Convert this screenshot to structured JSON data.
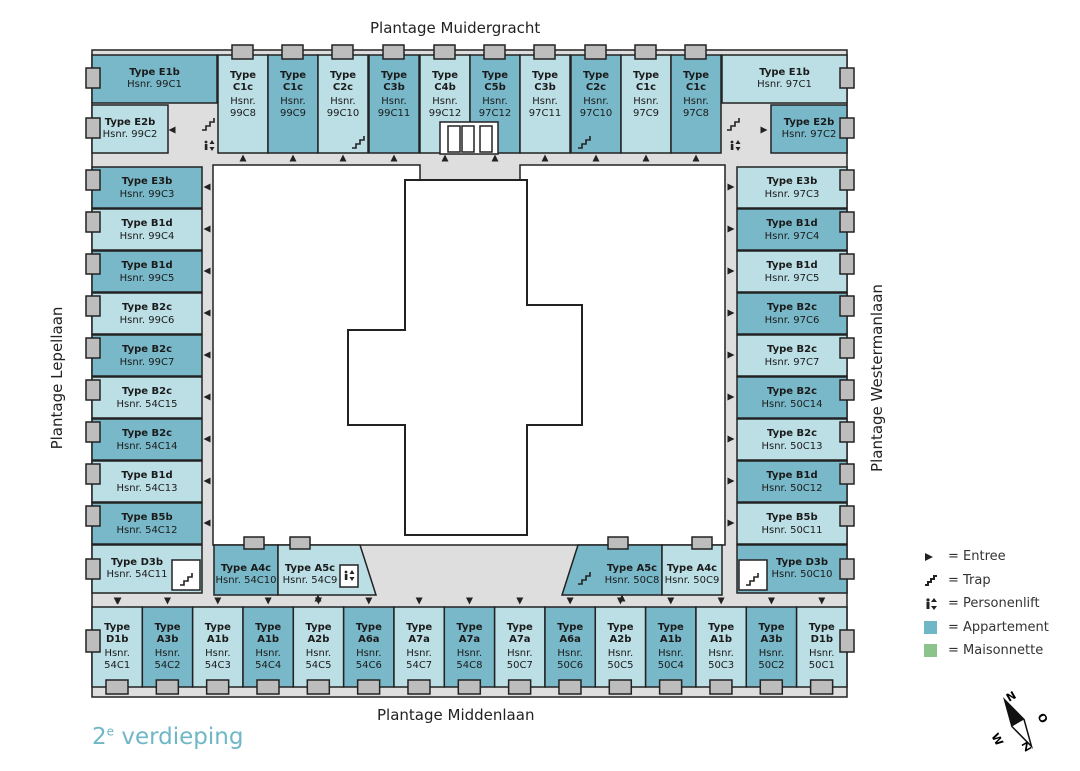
{
  "streets": {
    "north": "Plantage Muidergracht",
    "south": "Plantage Middenlaan",
    "west": "Plantage Lepellaan",
    "east": "Plantage Westermanlaan"
  },
  "floor": {
    "number": "2",
    "suffix": "e",
    "word": "verdieping"
  },
  "legend": [
    {
      "symbol": "entrance-icon",
      "label": "= Entree"
    },
    {
      "symbol": "stairs-icon",
      "label": "= Trap"
    },
    {
      "symbol": "elevator-icon",
      "label": "= Personenlift"
    },
    {
      "symbol": "swatch",
      "color": "#6fb7c6",
      "label": "= Appartement"
    },
    {
      "symbol": "swatch",
      "color": "#8cc28c",
      "label": "= Maisonnette"
    }
  ],
  "colors": {
    "dark_unit": "#78b8c9",
    "light_unit": "#bcdfe6",
    "corridor": "#dedede",
    "outline": "#222222"
  },
  "compass": {
    "letters": [
      "N",
      "O",
      "Z",
      "W"
    ]
  },
  "units": {
    "top": [
      {
        "type": "Type C1c",
        "hsnr": "Hsnr. 99C8",
        "shade": "light"
      },
      {
        "type": "Type C1c",
        "hsnr": "Hsnr. 99C9",
        "shade": "dark"
      },
      {
        "type": "Type C2c",
        "hsnr": "Hsnr. 99C10",
        "shade": "light"
      },
      {
        "type": "Type C3b",
        "hsnr": "Hsnr. 99C11",
        "shade": "dark"
      },
      {
        "type": "Type C4b",
        "hsnr": "Hsnr. 99C12",
        "shade": "light"
      },
      {
        "type": "Type C5b",
        "hsnr": "Hsnr. 97C12",
        "shade": "dark"
      },
      {
        "type": "Type C3b",
        "hsnr": "Hsnr. 97C11",
        "shade": "light"
      },
      {
        "type": "Type C2c",
        "hsnr": "Hsnr. 97C10",
        "shade": "dark"
      },
      {
        "type": "Type C1c",
        "hsnr": "Hsnr. 97C9",
        "shade": "light"
      },
      {
        "type": "Type C1c",
        "hsnr": "Hsnr. 97C8",
        "shade": "dark"
      }
    ],
    "corners_top": [
      {
        "type": "Type E1b",
        "hsnr": "Hsnr. 99C1",
        "shade": "dark"
      },
      {
        "type": "Type E2b",
        "hsnr": "Hsnr. 99C2",
        "shade": "light"
      },
      {
        "type": "Type E1b",
        "hsnr": "Hsnr. 97C1",
        "shade": "light"
      },
      {
        "type": "Type E2b",
        "hsnr": "Hsnr. 97C2",
        "shade": "dark"
      }
    ],
    "left": [
      {
        "type": "Type E3b",
        "hsnr": "Hsnr. 99C3",
        "shade": "dark"
      },
      {
        "type": "Type B1d",
        "hsnr": "Hsnr. 99C4",
        "shade": "light"
      },
      {
        "type": "Type B1d",
        "hsnr": "Hsnr. 99C5",
        "shade": "dark"
      },
      {
        "type": "Type B2c",
        "hsnr": "Hsnr. 99C6",
        "shade": "light"
      },
      {
        "type": "Type B2c",
        "hsnr": "Hsnr. 99C7",
        "shade": "dark"
      },
      {
        "type": "Type B2c",
        "hsnr": "Hsnr. 54C15",
        "shade": "light"
      },
      {
        "type": "Type B2c",
        "hsnr": "Hsnr. 54C14",
        "shade": "dark"
      },
      {
        "type": "Type B1d",
        "hsnr": "Hsnr. 54C13",
        "shade": "light"
      },
      {
        "type": "Type B5b",
        "hsnr": "Hsnr. 54C12",
        "shade": "dark"
      }
    ],
    "right": [
      {
        "type": "Type E3b",
        "hsnr": "Hsnr. 97C3",
        "shade": "light"
      },
      {
        "type": "Type B1d",
        "hsnr": "Hsnr. 97C4",
        "shade": "dark"
      },
      {
        "type": "Type B1d",
        "hsnr": "Hsnr. 97C5",
        "shade": "light"
      },
      {
        "type": "Type B2c",
        "hsnr": "Hsnr. 97C6",
        "shade": "dark"
      },
      {
        "type": "Type B2c",
        "hsnr": "Hsnr. 97C7",
        "shade": "light"
      },
      {
        "type": "Type B2c",
        "hsnr": "Hsnr. 50C14",
        "shade": "dark"
      },
      {
        "type": "Type B2c",
        "hsnr": "Hsnr. 50C13",
        "shade": "light"
      },
      {
        "type": "Type B1d",
        "hsnr": "Hsnr. 50C12",
        "shade": "dark"
      },
      {
        "type": "Type B5b",
        "hsnr": "Hsnr. 50C11",
        "shade": "light"
      }
    ],
    "corners_bottom": [
      {
        "type": "Type D3b",
        "hsnr": "Hsnr. 54C11",
        "shade": "light"
      },
      {
        "type": "Type D3b",
        "hsnr": "Hsnr. 50C10",
        "shade": "dark"
      }
    ],
    "inner": [
      {
        "type": "Type A4c",
        "hsnr": "Hsnr. 54C10",
        "shade": "dark"
      },
      {
        "type": "Type A5c",
        "hsnr": "Hsnr. 54C9",
        "shade": "light"
      },
      {
        "type": "Type A5c",
        "hsnr": "Hsnr. 50C8",
        "shade": "dark"
      },
      {
        "type": "Type A4c",
        "hsnr": "Hsnr. 50C9",
        "shade": "light"
      }
    ],
    "bottom": [
      {
        "type": "Type D1b",
        "hsnr": "Hsnr. 54C1",
        "shade": "light"
      },
      {
        "type": "Type A3b",
        "hsnr": "Hsnr. 54C2",
        "shade": "dark"
      },
      {
        "type": "Type A1b",
        "hsnr": "Hsnr. 54C3",
        "shade": "light"
      },
      {
        "type": "Type A1b",
        "hsnr": "Hsnr. 54C4",
        "shade": "dark"
      },
      {
        "type": "Type A2b",
        "hsnr": "Hsnr. 54C5",
        "shade": "light"
      },
      {
        "type": "Type A6a",
        "hsnr": "Hsnr. 54C6",
        "shade": "dark"
      },
      {
        "type": "Type A7a",
        "hsnr": "Hsnr. 54C7",
        "shade": "light"
      },
      {
        "type": "Type A7a",
        "hsnr": "Hsnr. 54C8",
        "shade": "dark"
      },
      {
        "type": "Type A7a",
        "hsnr": "Hsnr. 50C7",
        "shade": "light"
      },
      {
        "type": "Type A6a",
        "hsnr": "Hsnr. 50C6",
        "shade": "dark"
      },
      {
        "type": "Type A2b",
        "hsnr": "Hsnr. 50C5",
        "shade": "light"
      },
      {
        "type": "Type A1b",
        "hsnr": "Hsnr. 50C4",
        "shade": "dark"
      },
      {
        "type": "Type A1b",
        "hsnr": "Hsnr. 50C3",
        "shade": "light"
      },
      {
        "type": "Type A3b",
        "hsnr": "Hsnr. 50C2",
        "shade": "dark"
      },
      {
        "type": "Type D1b",
        "hsnr": "Hsnr. 50C1",
        "shade": "light"
      }
    ]
  }
}
